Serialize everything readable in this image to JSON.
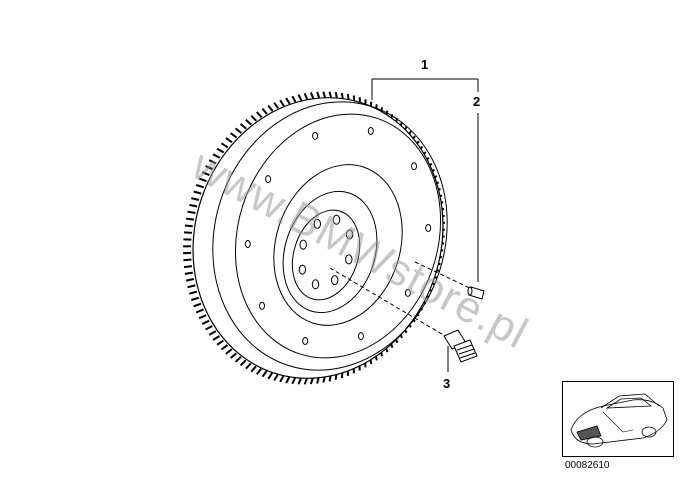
{
  "diagram": {
    "callouts": [
      {
        "label": "1",
        "part": "flywheel assembly"
      },
      {
        "label": "2",
        "part": "dowel pin"
      },
      {
        "label": "3",
        "part": "flywheel bolt"
      }
    ],
    "watermark_text": "www.BMWstore.pl",
    "reference_number": "00082610",
    "colors": {
      "line": "#000000",
      "watermark": "#9a9a9a",
      "background": "#ffffff"
    },
    "icons": [
      "flywheel-icon",
      "dowel-pin-icon",
      "bolt-icon",
      "car-thumbnail-icon"
    ]
  }
}
